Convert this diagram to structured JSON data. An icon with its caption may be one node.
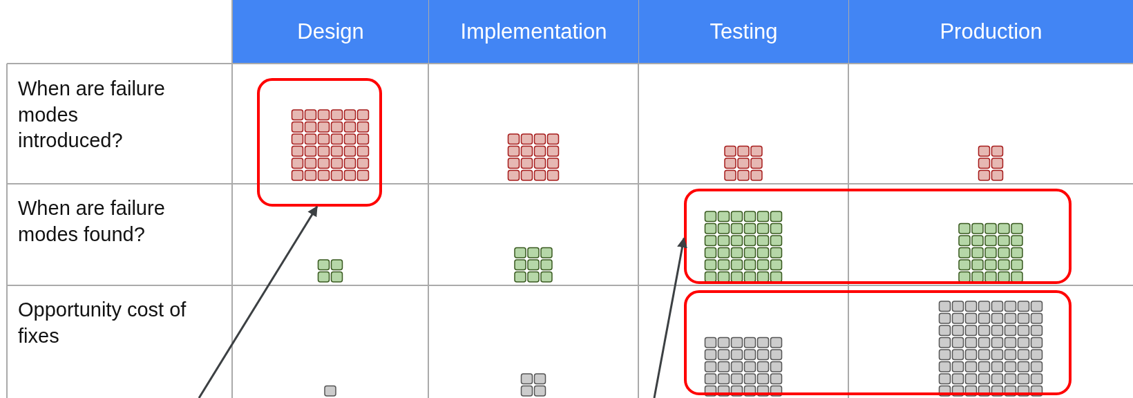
{
  "diagram": {
    "nodes": [
      {
        "text": [],
        "shape": "box"
      },
      {
        "text": [],
        "shape": "box"
      },
      {
        "text": [],
        "shape": "box"
      }
    ],
    "edges": [
      {
        "from": null,
        "to": 0,
        "arrow": "to"
      },
      {
        "from": null,
        "to": 1,
        "arrow": "to"
      }
    ],
    "labels": [
      "Design",
      "Implementation",
      "Testing",
      "Production",
      "When are failure modes introduced?",
      "When are failure modes found?",
      "Opportunity cost of fixes"
    ]
  }
}
